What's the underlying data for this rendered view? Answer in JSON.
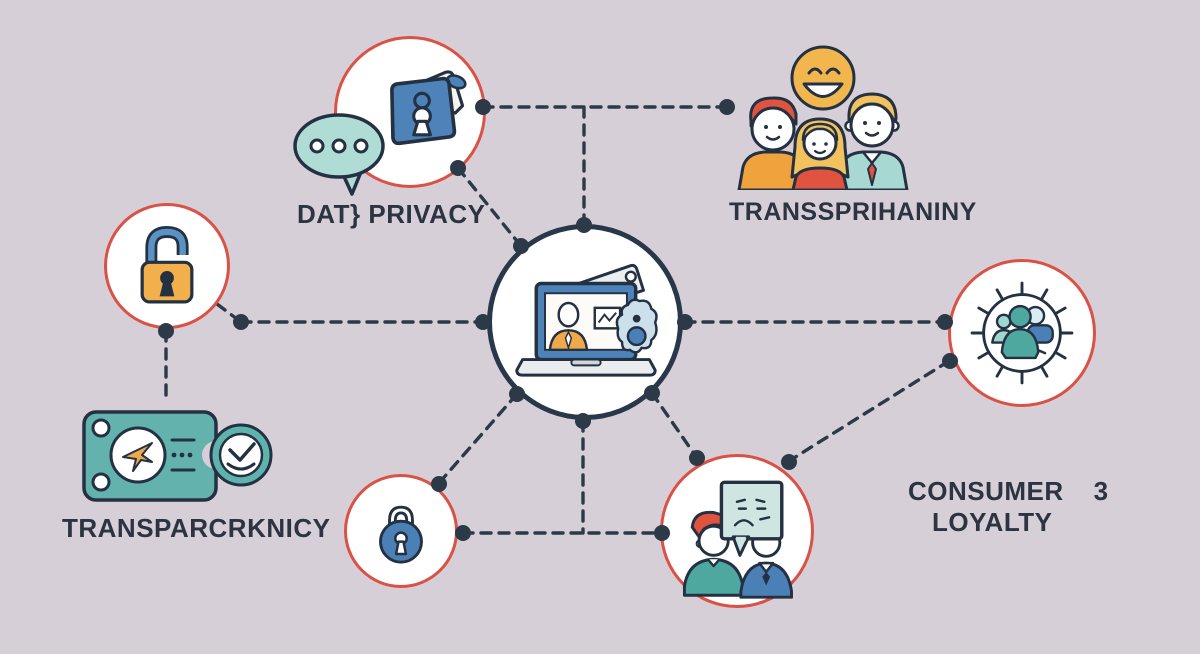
{
  "diagram": {
    "type": "network-infographic",
    "topic": "data privacy / transparency / consumer loyalty",
    "labels": {
      "data_privacy": "DAT} PRIVACY",
      "transparency_top": "TRANSSPRIHANINY",
      "transparency_bottom": "TRANSPARCRKNICY",
      "consumer_word": "CONSUMER",
      "consumer_number": "3",
      "loyalty_word": "LOYALTY"
    },
    "colors": {
      "background": "#d6cfd8",
      "node_ring_red": "#da5246",
      "ink_navy": "#2c3947",
      "center_ring_navy": "#28374a",
      "teal": "#5fb3ad",
      "light_teal_bubble": "#b0dcd6",
      "orange": "#f0ad4a",
      "blue": "#4e83ba",
      "red_accent": "#e0543f",
      "smiley_yellow": "#f2b64e"
    },
    "icons": [
      "speech-bubble-icon",
      "notebook-lock-icon",
      "smiley-face-icon",
      "family-icon",
      "padlock-open-icon",
      "id-card-icon",
      "clock-check-icon",
      "laptop-video-call-icon",
      "padlock-closed-icon",
      "conversation-sad-bubble-icon",
      "community-group-icon"
    ],
    "connections": [
      "data-privacy → family",
      "data-privacy → center",
      "top-line ↓ center",
      "open-lock → center",
      "open-lock ↓ id-card",
      "center → closed-lock",
      "center ↓ bottom-line",
      "closed-lock → conversation",
      "center → conversation",
      "center → community",
      "community → conversation"
    ]
  }
}
